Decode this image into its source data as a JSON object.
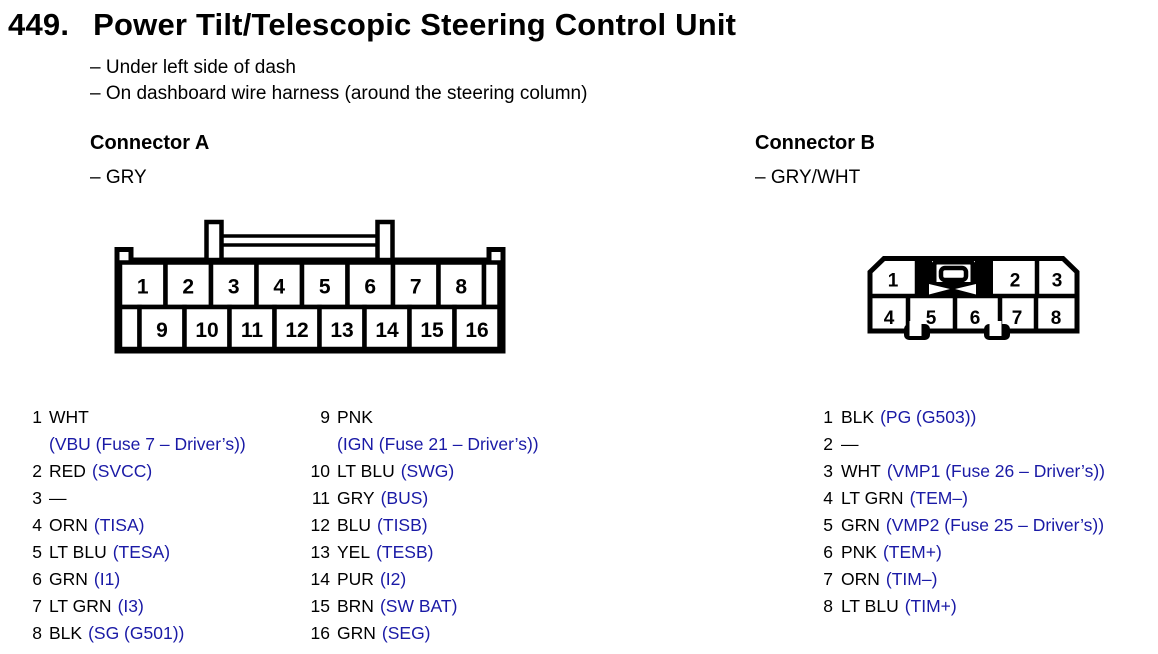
{
  "page": {
    "title_number": "449.",
    "title": "Power Tilt/Telescopic Steering Control Unit",
    "location_notes": [
      "– Under left side of dash",
      "– On dashboard wire harness (around the steering column)"
    ]
  },
  "colors": {
    "signal_blue": "#1a1aa6",
    "ink": "#000000",
    "paper": "#ffffff"
  },
  "connector_a": {
    "heading": "Connector A",
    "housing_color": "– GRY",
    "pins_top": [
      "1",
      "2",
      "3",
      "4",
      "5",
      "6",
      "7",
      "8"
    ],
    "pins_bottom": [
      "9",
      "10",
      "11",
      "12",
      "13",
      "14",
      "15",
      "16"
    ],
    "list_left": [
      {
        "num": "1",
        "wire": "WHT",
        "signal": "",
        "signal2": "(VBU (Fuse 7 – Driver’s))"
      },
      {
        "num": "2",
        "wire": "RED",
        "signal": "(SVCC)"
      },
      {
        "num": "3",
        "wire": "—",
        "signal": ""
      },
      {
        "num": "4",
        "wire": "ORN",
        "signal": "(TISA)"
      },
      {
        "num": "5",
        "wire": "LT BLU",
        "signal": "(TESA)"
      },
      {
        "num": "6",
        "wire": "GRN",
        "signal": "(I1)"
      },
      {
        "num": "7",
        "wire": "LT GRN",
        "signal": "(I3)"
      },
      {
        "num": "8",
        "wire": "BLK",
        "signal": "(SG (G501))"
      }
    ],
    "list_right": [
      {
        "num": "9",
        "wire": "PNK",
        "signal": "",
        "signal2": "(IGN (Fuse 21 – Driver’s))"
      },
      {
        "num": "10",
        "wire": "LT BLU",
        "signal": "(SWG)"
      },
      {
        "num": "11",
        "wire": "GRY",
        "signal": "(BUS)"
      },
      {
        "num": "12",
        "wire": "BLU",
        "signal": "(TISB)"
      },
      {
        "num": "13",
        "wire": "YEL",
        "signal": "(TESB)"
      },
      {
        "num": "14",
        "wire": "PUR",
        "signal": "(I2)"
      },
      {
        "num": "15",
        "wire": "BRN",
        "signal": "(SW BAT)"
      },
      {
        "num": "16",
        "wire": "GRN",
        "signal": "(SEG)"
      }
    ]
  },
  "connector_b": {
    "heading": "Connector B",
    "housing_color": "– GRY/WHT",
    "pins_top": [
      "1",
      "2",
      "3"
    ],
    "pins_bottom": [
      "4",
      "5",
      "6",
      "7",
      "8"
    ],
    "list": [
      {
        "num": "1",
        "wire": "BLK",
        "signal": "(PG (G503))"
      },
      {
        "num": "2",
        "wire": "—",
        "signal": ""
      },
      {
        "num": "3",
        "wire": "WHT",
        "signal": "(VMP1 (Fuse 26 – Driver’s))"
      },
      {
        "num": "4",
        "wire": "LT GRN",
        "signal": "(TEM–)"
      },
      {
        "num": "5",
        "wire": "GRN",
        "signal": "(VMP2 (Fuse 25 – Driver’s))"
      },
      {
        "num": "6",
        "wire": "PNK",
        "signal": "(TEM+)"
      },
      {
        "num": "7",
        "wire": "ORN",
        "signal": "(TIM–)"
      },
      {
        "num": "8",
        "wire": "LT BLU",
        "signal": "(TIM+)"
      }
    ]
  }
}
